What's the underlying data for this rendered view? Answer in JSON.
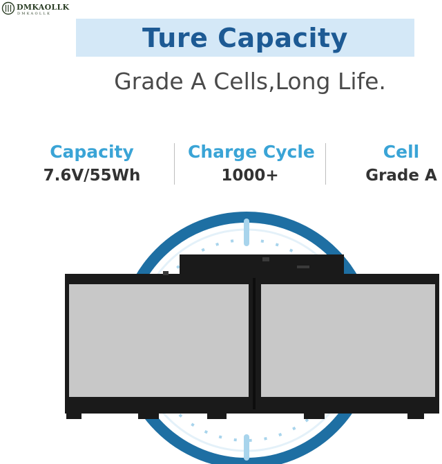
{
  "logo": {
    "brand": "DMKAOLLK",
    "brand_small": "DMKAOLLK"
  },
  "banner": {
    "title": "Ture Capacity"
  },
  "subtitle": "Grade A Cells,Long Life.",
  "specs": [
    {
      "label": "Capacity",
      "value": "7.6V/55Wh"
    },
    {
      "label": "Charge Cycle",
      "value": "1000+"
    },
    {
      "label": "Cell",
      "value": "Grade A"
    }
  ],
  "colors": {
    "banner_bg": "#d4e8f7",
    "title_blue": "#1d5a94",
    "accent_blue": "#3aa4d6",
    "ring_blue": "#1e6fa3",
    "ring_light": "#a8d4ec",
    "battery_frame": "#1a1a1a",
    "battery_panel": "#c8c8c8"
  }
}
